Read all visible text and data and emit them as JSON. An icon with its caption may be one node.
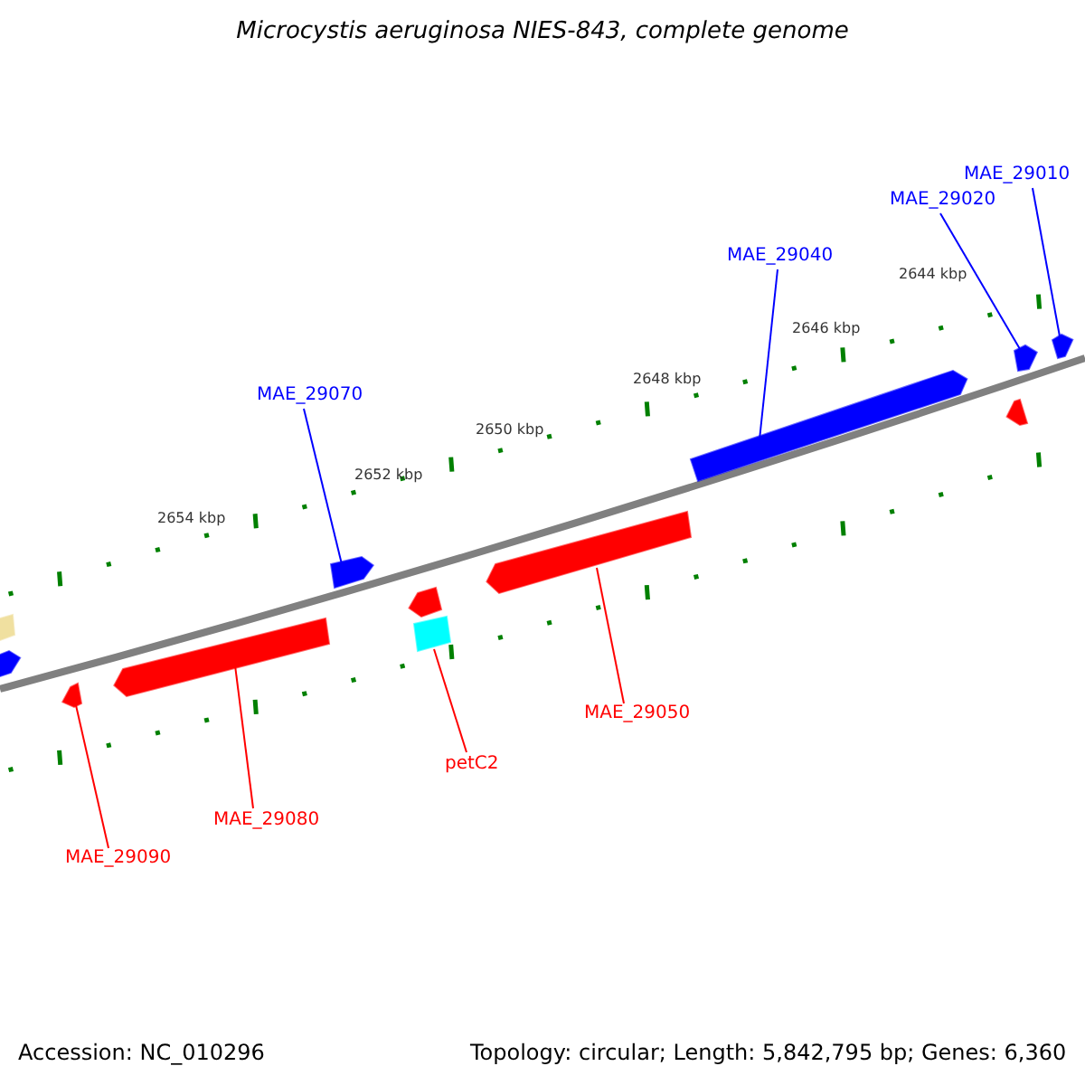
{
  "diagram": {
    "title": "Microcystis aeruginosa NIES-843, complete genome",
    "nodes": [
      {
        "text": [
          "MAE_29010"
        ]
      },
      {
        "text": [
          "MAE_29020"
        ]
      },
      {
        "text": [
          "MAE_29040"
        ]
      },
      {
        "text": [
          "MAE_29070"
        ]
      },
      {
        "text": [
          "MAE_29050"
        ]
      },
      {
        "text": [
          "petC2"
        ]
      },
      {
        "text": [
          "MAE_29080"
        ]
      },
      {
        "text": [
          "MAE_29090"
        ]
      },
      {
        "text": [],
        "shape": "box"
      },
      {
        "text": [],
        "shape": "arrow"
      },
      {
        "text": [],
        "shape": "arrow"
      },
      {
        "text": [],
        "shape": "arrow"
      },
      {
        "text": [],
        "shape": "arrow"
      },
      {
        "text": [],
        "shape": "arrow"
      },
      {
        "text": [],
        "shape": "box"
      },
      {
        "text": [],
        "shape": "arrow"
      },
      {
        "text": [],
        "shape": "arrow"
      },
      {
        "text": [],
        "shape": "arrow"
      },
      {
        "text": [],
        "shape": "arrow"
      },
      {
        "text": [],
        "shape": "arrow"
      }
    ],
    "edges": [
      {
        "from": 0,
        "to": 19,
        "arrow": "none",
        "color": "#0000ff"
      },
      {
        "from": 1,
        "to": 18,
        "arrow": "none",
        "color": "#0000ff"
      },
      {
        "from": 2,
        "to": 16,
        "arrow": "none",
        "color": "#0000ff"
      },
      {
        "from": 3,
        "to": 12,
        "arrow": "none",
        "color": "#0000ff"
      },
      {
        "from": 4,
        "to": 15,
        "arrow": "none",
        "color": "#ff0000"
      },
      {
        "from": 5,
        "to": 14,
        "arrow": "none",
        "color": "#ff0000"
      },
      {
        "from": 6,
        "to": 11,
        "arrow": "none",
        "color": "#ff0000"
      },
      {
        "from": 7,
        "to": 10,
        "arrow": "none",
        "color": "#ff0000"
      }
    ],
    "labels": [
      "2644 kbp",
      "2646 kbp",
      "2648 kbp",
      "2650 kbp",
      "2652 kbp",
      "2654 kbp",
      "Accession: NC_010296",
      "Topology: circular; Length: 5,842,795 bp; Genes: 6,360"
    ]
  }
}
